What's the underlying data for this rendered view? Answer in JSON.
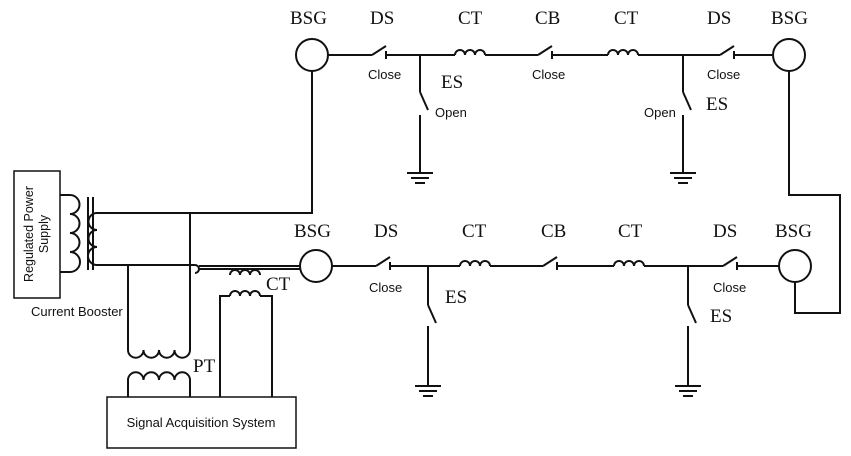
{
  "labels": {
    "bsg": "BSG",
    "ds": "DS",
    "ct": "CT",
    "cb": "CB",
    "es": "ES",
    "close": "Close",
    "open": "Open",
    "pt": "PT",
    "regulated_power_supply_line1": "Regulated Power",
    "regulated_power_supply_line2": "Supply",
    "current_booster": "Current Booster",
    "signal_acquisition_system": "Signal Acquisition System"
  },
  "colors": {
    "line": "#111111",
    "background": "#ffffff"
  }
}
